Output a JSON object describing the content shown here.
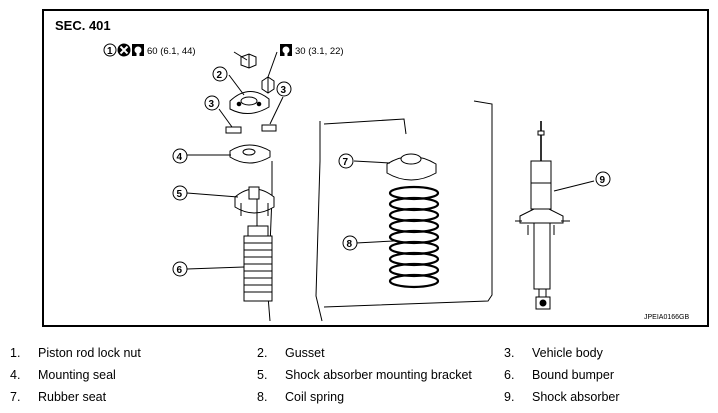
{
  "diagram": {
    "section_label": "SEC. 401",
    "torque_1": "60 (6.1, 44)",
    "torque_2": "30 (3.1, 22)",
    "image_code": "JPEIA0166GB",
    "callouts": [
      "1",
      "2",
      "3",
      "3",
      "4",
      "5",
      "6",
      "7",
      "8",
      "9"
    ],
    "icons": [
      "numbered-callout-icon",
      "do-not-reuse-icon",
      "torque-wrench-icon"
    ]
  },
  "legend": [
    {
      "num": "1.",
      "label": "Piston rod lock nut"
    },
    {
      "num": "2.",
      "label": "Gusset"
    },
    {
      "num": "3.",
      "label": "Vehicle body"
    },
    {
      "num": "4.",
      "label": "Mounting seal"
    },
    {
      "num": "5.",
      "label": "Shock absorber mounting bracket"
    },
    {
      "num": "6.",
      "label": "Bound bumper"
    },
    {
      "num": "7.",
      "label": "Rubber seat"
    },
    {
      "num": "8.",
      "label": "Coil spring"
    },
    {
      "num": "9.",
      "label": "Shock absorber"
    }
  ]
}
